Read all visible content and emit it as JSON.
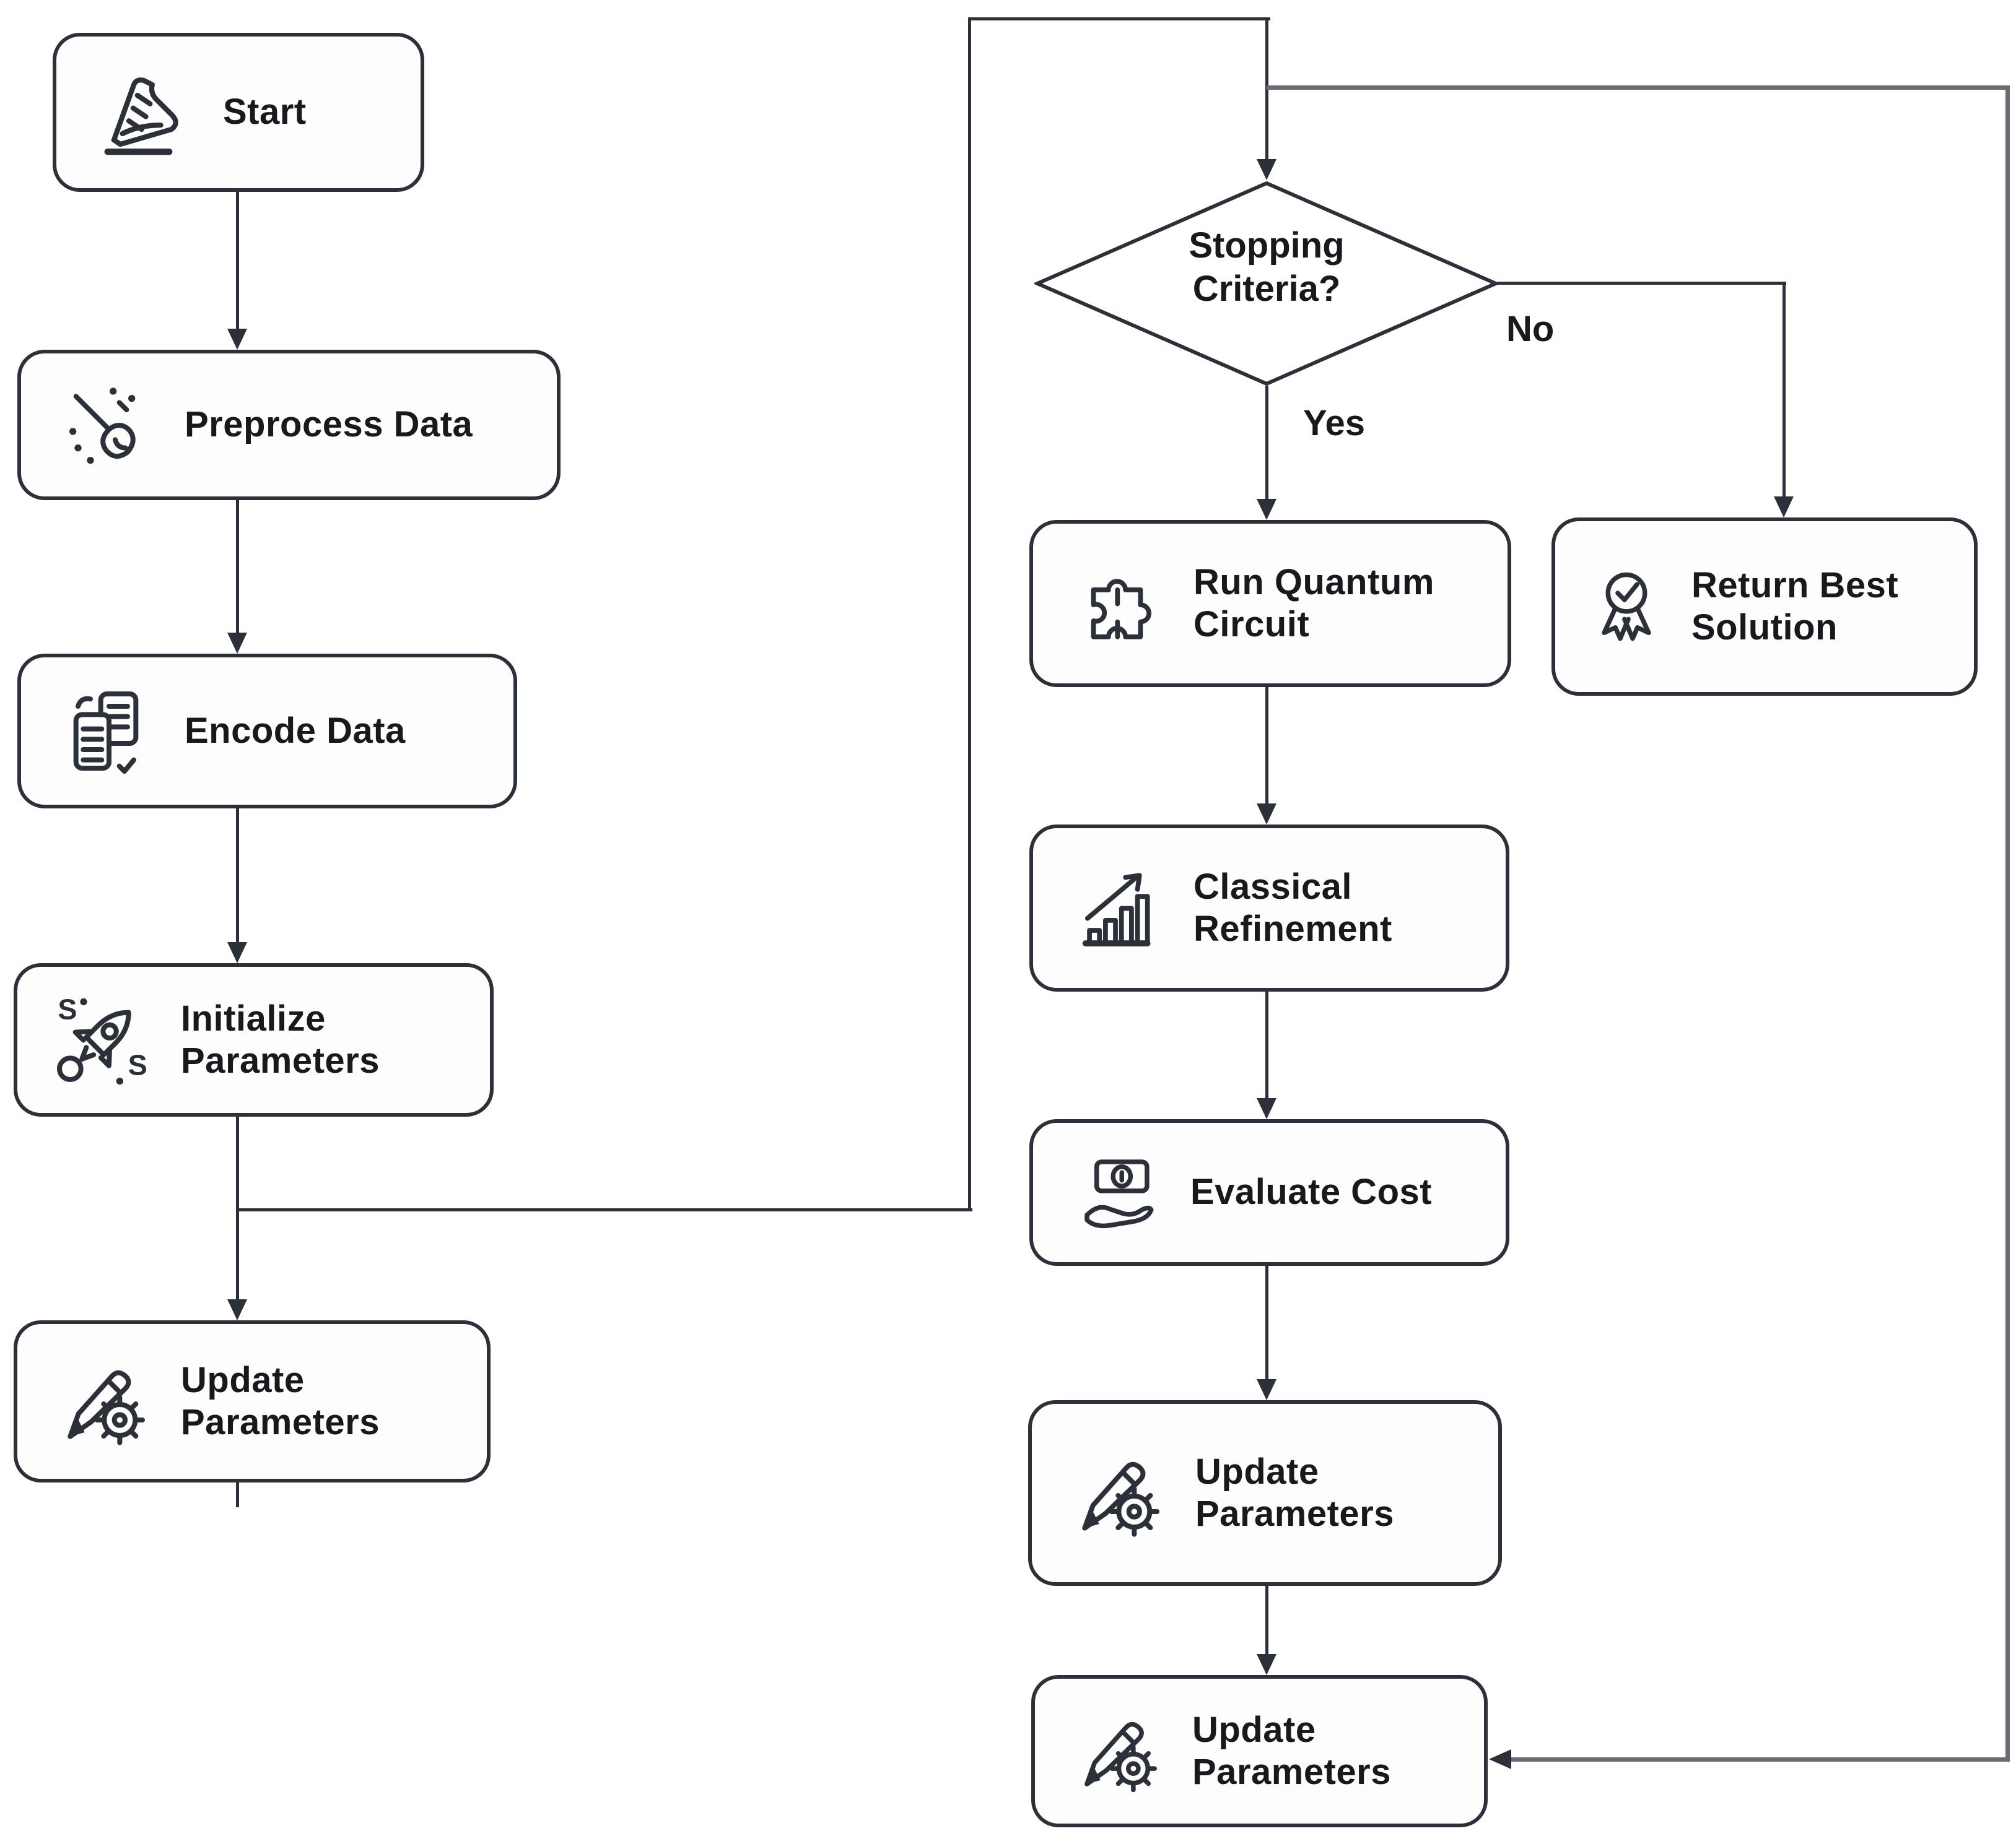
{
  "flowchart": {
    "nodes": [
      {
        "id": "start",
        "label": "Start",
        "icon": "running-shoe-icon",
        "type": "terminator"
      },
      {
        "id": "preprocess-data",
        "label": "Preprocess Data",
        "icon": "broom-sweep-icon",
        "type": "process"
      },
      {
        "id": "encode-data",
        "label": "Encode Data",
        "icon": "documents-icon",
        "type": "process"
      },
      {
        "id": "initialize-parameters",
        "label": "Initialize Parameters",
        "icon": "rocket-launch-icon",
        "type": "process"
      },
      {
        "id": "update-parameters-left",
        "label": "Update Parameters",
        "icon": "pencil-gear-icon",
        "type": "process"
      },
      {
        "id": "stopping-criteria",
        "label": "Stopping Criteria?",
        "icon": "none",
        "type": "decision"
      },
      {
        "id": "run-quantum-circuit",
        "label": "Run Quantum Circuit",
        "icon": "puzzle-piece-icon",
        "type": "process"
      },
      {
        "id": "return-best-solution",
        "label": "Return Best Solution",
        "icon": "medal-check-icon",
        "type": "process"
      },
      {
        "id": "classical-refinement",
        "label": "Classical Refinement",
        "icon": "bar-chart-growth-icon",
        "type": "process"
      },
      {
        "id": "evaluate-cost",
        "label": "Evaluate Cost",
        "icon": "hand-money-icon",
        "type": "process"
      },
      {
        "id": "update-parameters-right",
        "label": "Update Parameters",
        "icon": "pencil-gear-icon",
        "type": "process"
      },
      {
        "id": "update-parameters-bottom",
        "label": "Update Parameters",
        "icon": "pencil-gear-icon",
        "type": "process"
      }
    ],
    "branch_labels": {
      "yes": "Yes",
      "no": "No"
    },
    "rocket_letter": "S",
    "colors": {
      "line": "#2c3038",
      "loop_line": "#686d73",
      "text": "#17191c",
      "node_border": "#2c3038",
      "node_background": "#fdfdfd",
      "page_background": "#ffffff"
    }
  }
}
